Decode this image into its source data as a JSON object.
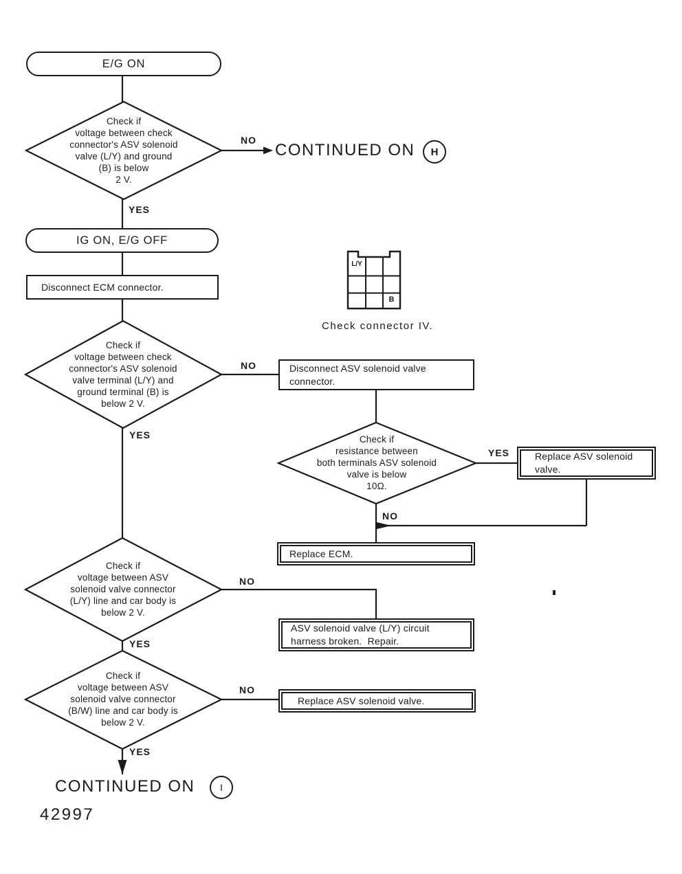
{
  "figure": {
    "number": "42997"
  },
  "labels": {
    "yes": "YES",
    "no": "NO"
  },
  "nodes": {
    "start": "E/G ON",
    "check1": "Check if\nvoltage between check\nconnector's ASV solenoid\nvalve (L/Y) and ground\n(B) is below\n2 V.",
    "state2": "IG ON, E/G OFF",
    "action_disconnect_ecm": "Disconnect ECM connector.",
    "check2": "Check if\nvoltage between check\nconnector's ASV solenoid\nvalve terminal (L/Y) and\nground terminal (B) is\nbelow 2 V.",
    "action_disconnect_asv": "Disconnect ASV solenoid valve\nconnector.",
    "check3": "Check if\nresistance between\nboth terminals ASV solenoid\nvalve is below\n10Ω.",
    "result_replace_valve": "Replace ASV solenoid\nvalve.",
    "result_replace_ecm": "Replace ECM.",
    "check4": "Check if\nvoltage between ASV\nsolenoid valve connector\n(L/Y) line and car body is\nbelow 2 V.",
    "result_harness": "ASV solenoid valve (L/Y) circuit\nharness broken.  Repair.",
    "check5": "Check if\nvoltage between ASV\nsolenoid valve connector\n(B/W) line and car body is\nbelow 2 V.",
    "result_replace_valve2": "Replace ASV solenoid valve."
  },
  "continued": {
    "h_text": "CONTINUED ON",
    "h_ref": "H",
    "i_text": "CONTINUED ON",
    "i_ref": "I"
  },
  "connector": {
    "caption": "Check connector IV.",
    "cell_top_left": "L/Y",
    "cell_bottom_right": "B"
  },
  "colors": {
    "ink": "#1b1b1b",
    "paper": "#ffffff"
  }
}
